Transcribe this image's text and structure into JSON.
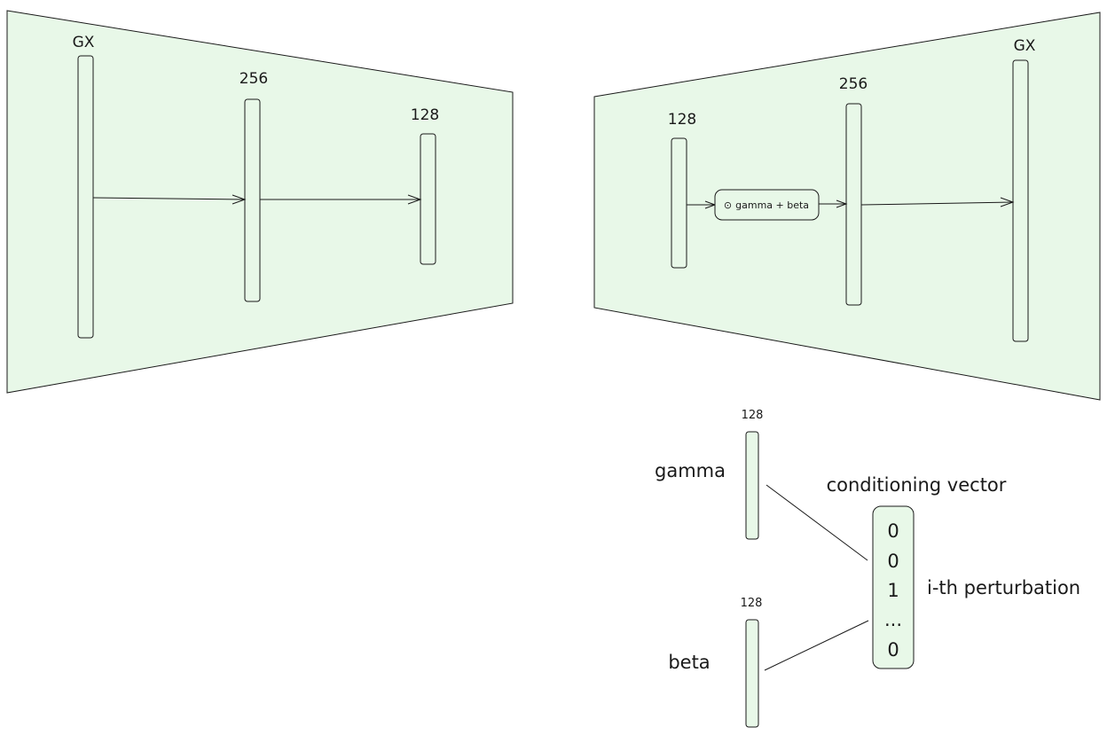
{
  "encoder": {
    "layers": [
      {
        "label": "GX"
      },
      {
        "label": "256"
      },
      {
        "label": "128"
      }
    ]
  },
  "decoder": {
    "layers": [
      {
        "label": "128"
      },
      {
        "label": "256"
      },
      {
        "label": "GX"
      }
    ],
    "film_op": {
      "symbol": "⊙",
      "label": "gamma + beta"
    }
  },
  "conditioning": {
    "gamma": {
      "label": "gamma",
      "size": "128"
    },
    "beta": {
      "label": "beta",
      "size": "128"
    },
    "vector": {
      "title": "conditioning vector",
      "entries": [
        "0",
        "0",
        "1",
        "...",
        "0"
      ],
      "annotation": "i-th perturbation"
    }
  },
  "colors": {
    "fill": "#e8f8e8",
    "stroke": "#1a1a1a"
  }
}
